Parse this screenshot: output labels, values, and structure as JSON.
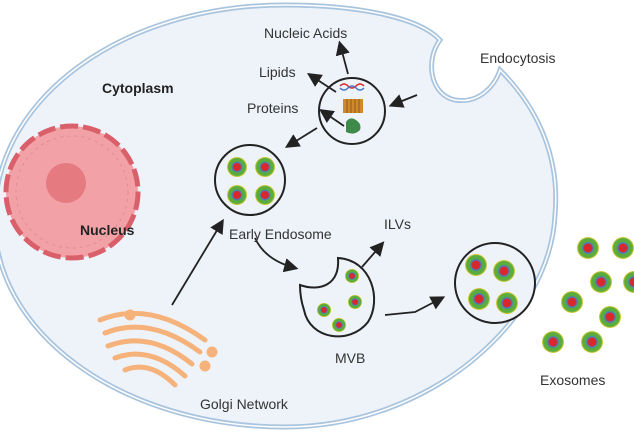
{
  "labels": {
    "nucleic_acids": "Nucleic Acids",
    "lipids": "Lipids",
    "proteins": "Proteins",
    "cytoplasm": "Cytoplasm",
    "endocytosis": "Endocytosis",
    "nucleus": "Nucleus",
    "early_endosome": "Early Endosome",
    "ilvs": "ILVs",
    "mvb": "MVB",
    "golgi_network": "Golgi Network",
    "exosomes": "Exosomes"
  },
  "colors": {
    "cell_fill": "#eef3fa",
    "membrane": "#a9c4de",
    "nucleus": "#f2a2a6",
    "nucleus_border": "#d9606a",
    "golgi": "#f5b27a",
    "vesicle_outer": "#f3d23c",
    "vesicle_green": "#5aac3c",
    "vesicle_blue": "#4a78c8",
    "vesicle_core": "#d8282c"
  }
}
